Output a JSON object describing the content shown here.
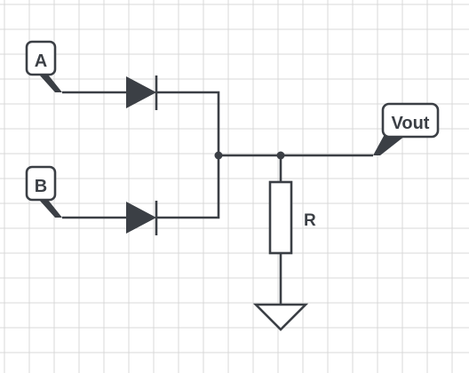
{
  "diagram": {
    "inputs": [
      {
        "id": "A",
        "label": "A"
      },
      {
        "id": "B",
        "label": "B"
      }
    ],
    "output": {
      "label": "Vout"
    },
    "resistor": {
      "label": "R"
    },
    "colors": {
      "ink": "#3b3f45",
      "grid": "#d9d9d9",
      "background": "#ffffff"
    }
  }
}
